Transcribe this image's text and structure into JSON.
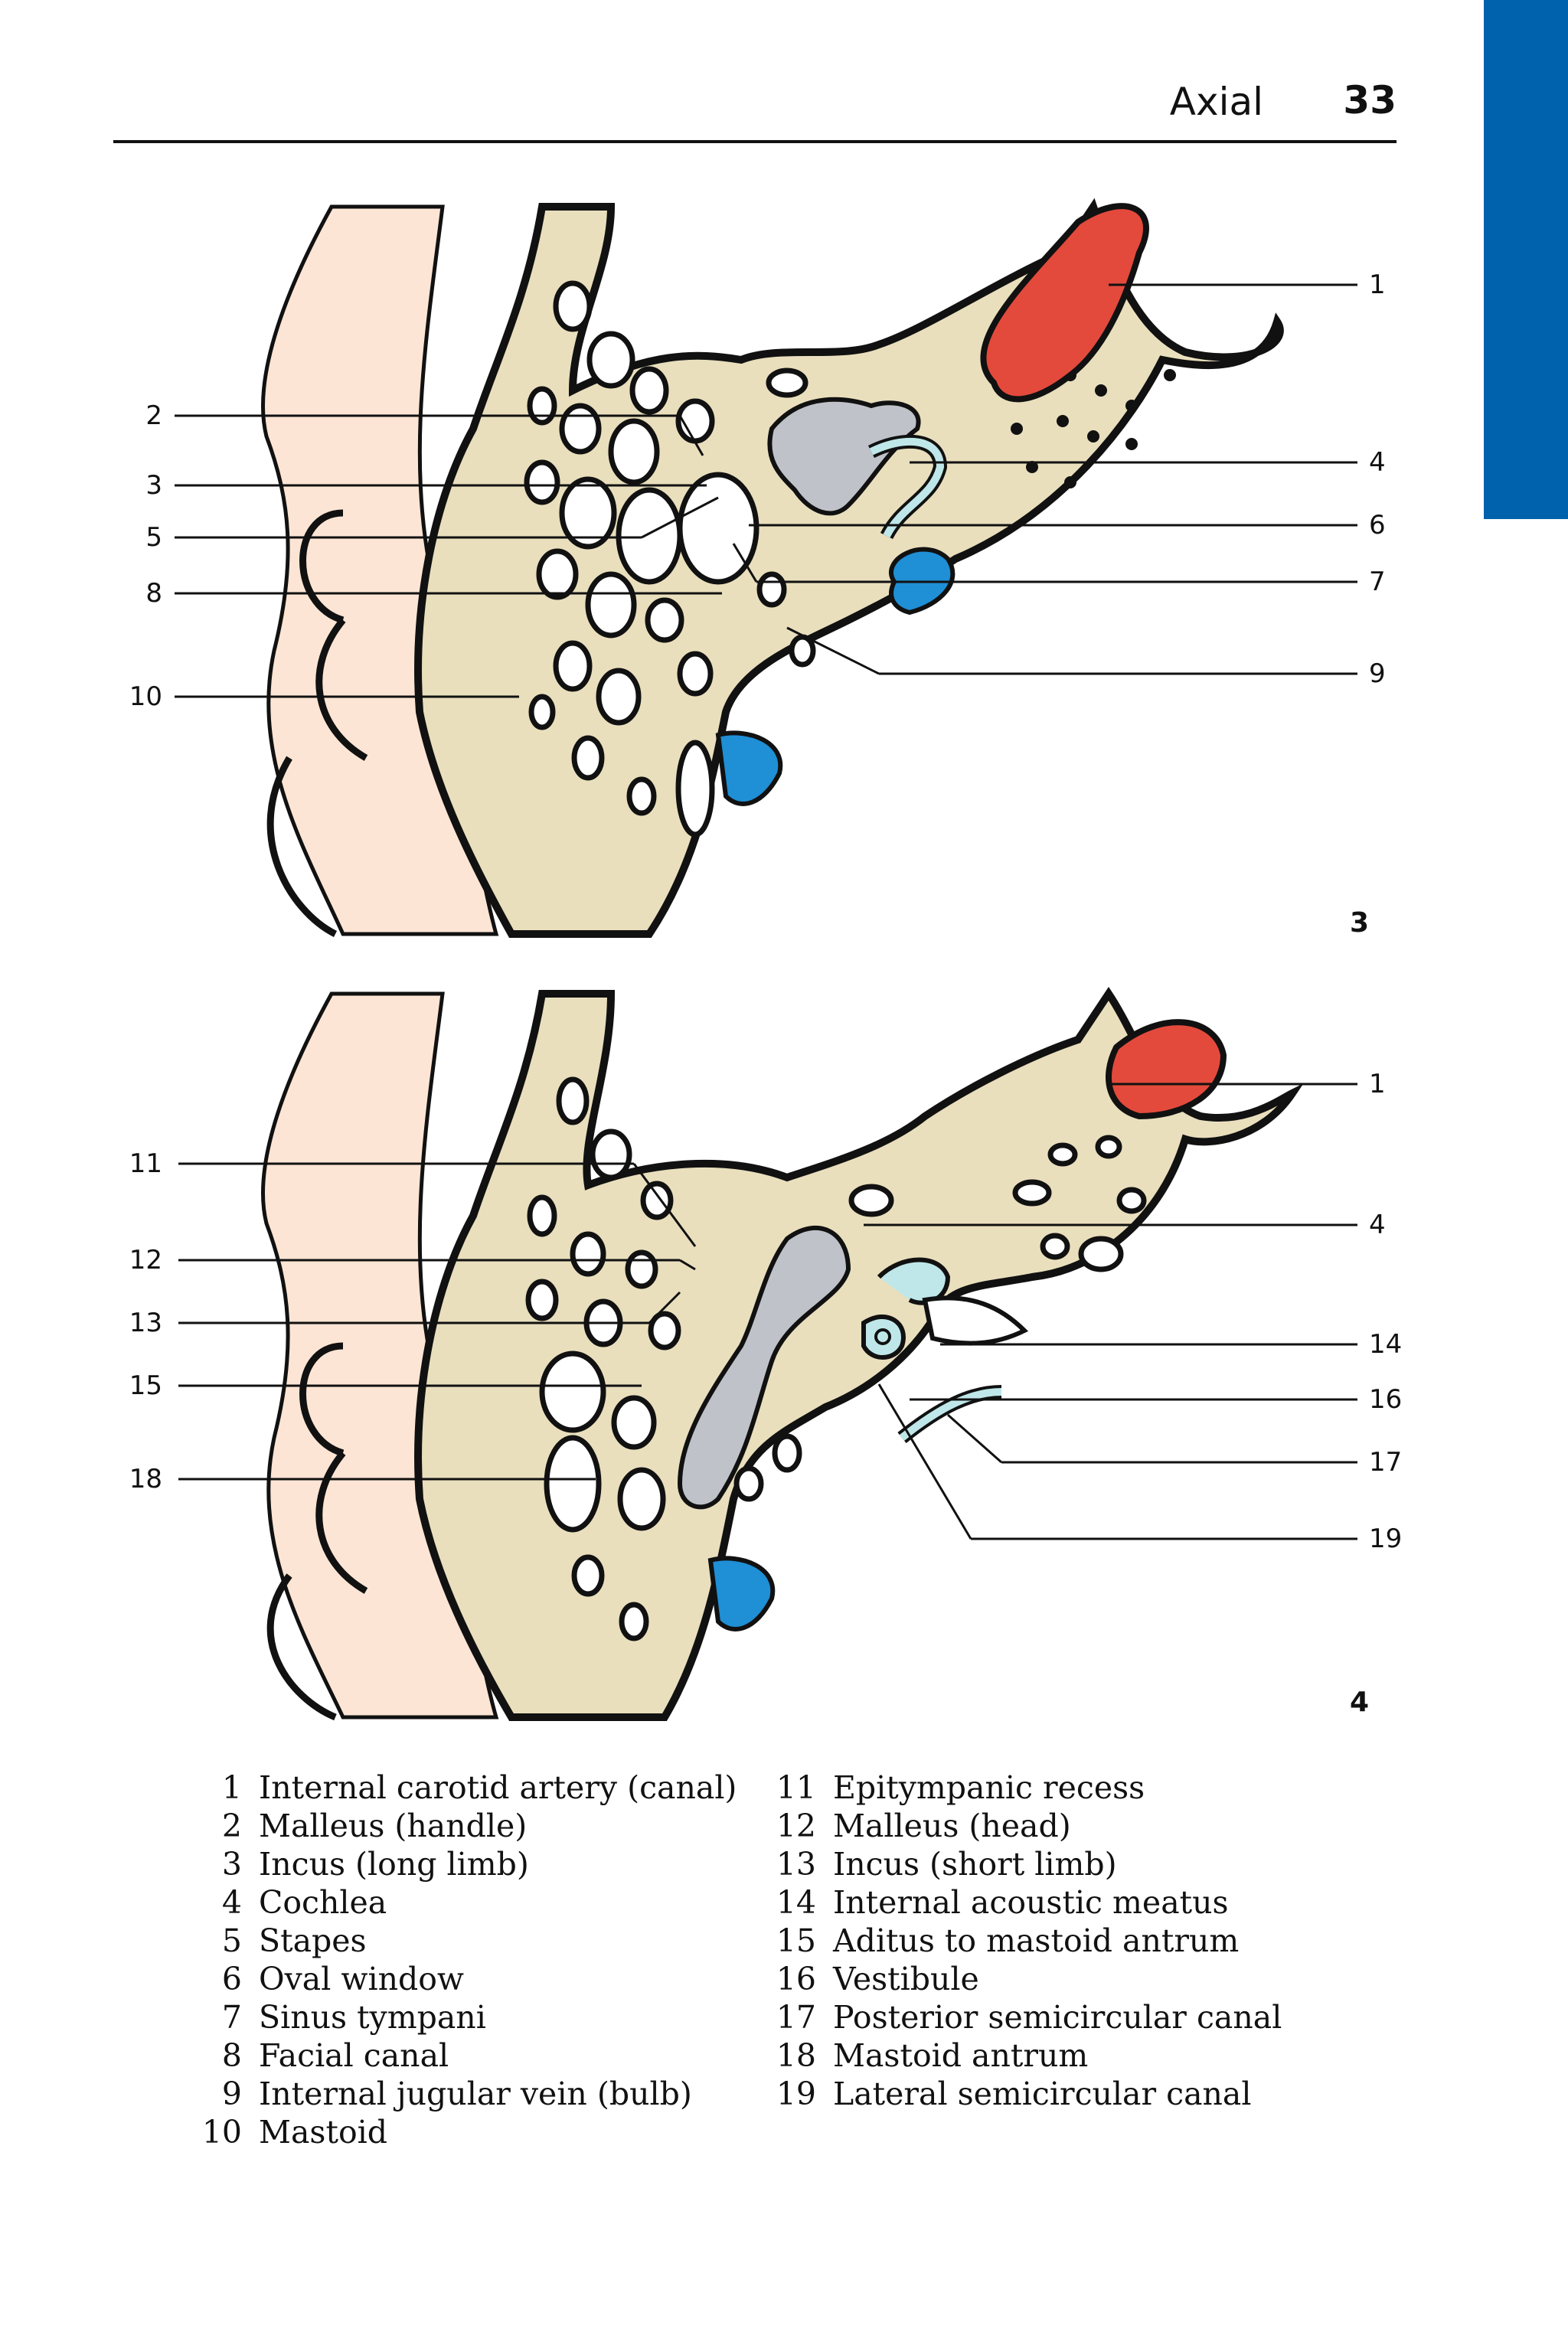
{
  "header": {
    "section_title": "Axial",
    "page_number": "33"
  },
  "colors": {
    "bone": "#e9dfbd",
    "soft_tissue": "#fde5d5",
    "artery": "#e34a3c",
    "vein": "#1f8fd6",
    "ossicles": "#bfc2c8",
    "labyrinth": "#bfe7e9",
    "thumb_tab": "#0062ad"
  },
  "figure_3": {
    "number": "3",
    "labels_left": [
      "2",
      "3",
      "5",
      "8",
      "10"
    ],
    "labels_right": [
      "1",
      "4",
      "6",
      "7",
      "9"
    ]
  },
  "figure_4": {
    "number": "4",
    "labels_left": [
      "11",
      "12",
      "13",
      "15",
      "18"
    ],
    "labels_right": [
      "1",
      "4",
      "14",
      "16",
      "17",
      "19"
    ]
  },
  "legend": {
    "left": [
      {
        "num": "1",
        "text": "Internal carotid artery (canal)"
      },
      {
        "num": "2",
        "text": "Malleus (handle)"
      },
      {
        "num": "3",
        "text": "Incus (long limb)"
      },
      {
        "num": "4",
        "text": "Cochlea"
      },
      {
        "num": "5",
        "text": "Stapes"
      },
      {
        "num": "6",
        "text": "Oval window"
      },
      {
        "num": "7",
        "text": "Sinus tympani"
      },
      {
        "num": "8",
        "text": "Facial canal"
      },
      {
        "num": "9",
        "text": "Internal jugular vein (bulb)"
      },
      {
        "num": "10",
        "text": "Mastoid"
      }
    ],
    "right": [
      {
        "num": "11",
        "text": "Epitympanic recess"
      },
      {
        "num": "12",
        "text": "Malleus (head)"
      },
      {
        "num": "13",
        "text": "Incus (short limb)"
      },
      {
        "num": "14",
        "text": "Internal acoustic meatus"
      },
      {
        "num": "15",
        "text": "Aditus to mastoid antrum"
      },
      {
        "num": "16",
        "text": "Vestibule"
      },
      {
        "num": "17",
        "text": "Posterior semicircular canal"
      },
      {
        "num": "18",
        "text": "Mastoid antrum"
      },
      {
        "num": "19",
        "text": "Lateral semicircular canal"
      }
    ]
  }
}
